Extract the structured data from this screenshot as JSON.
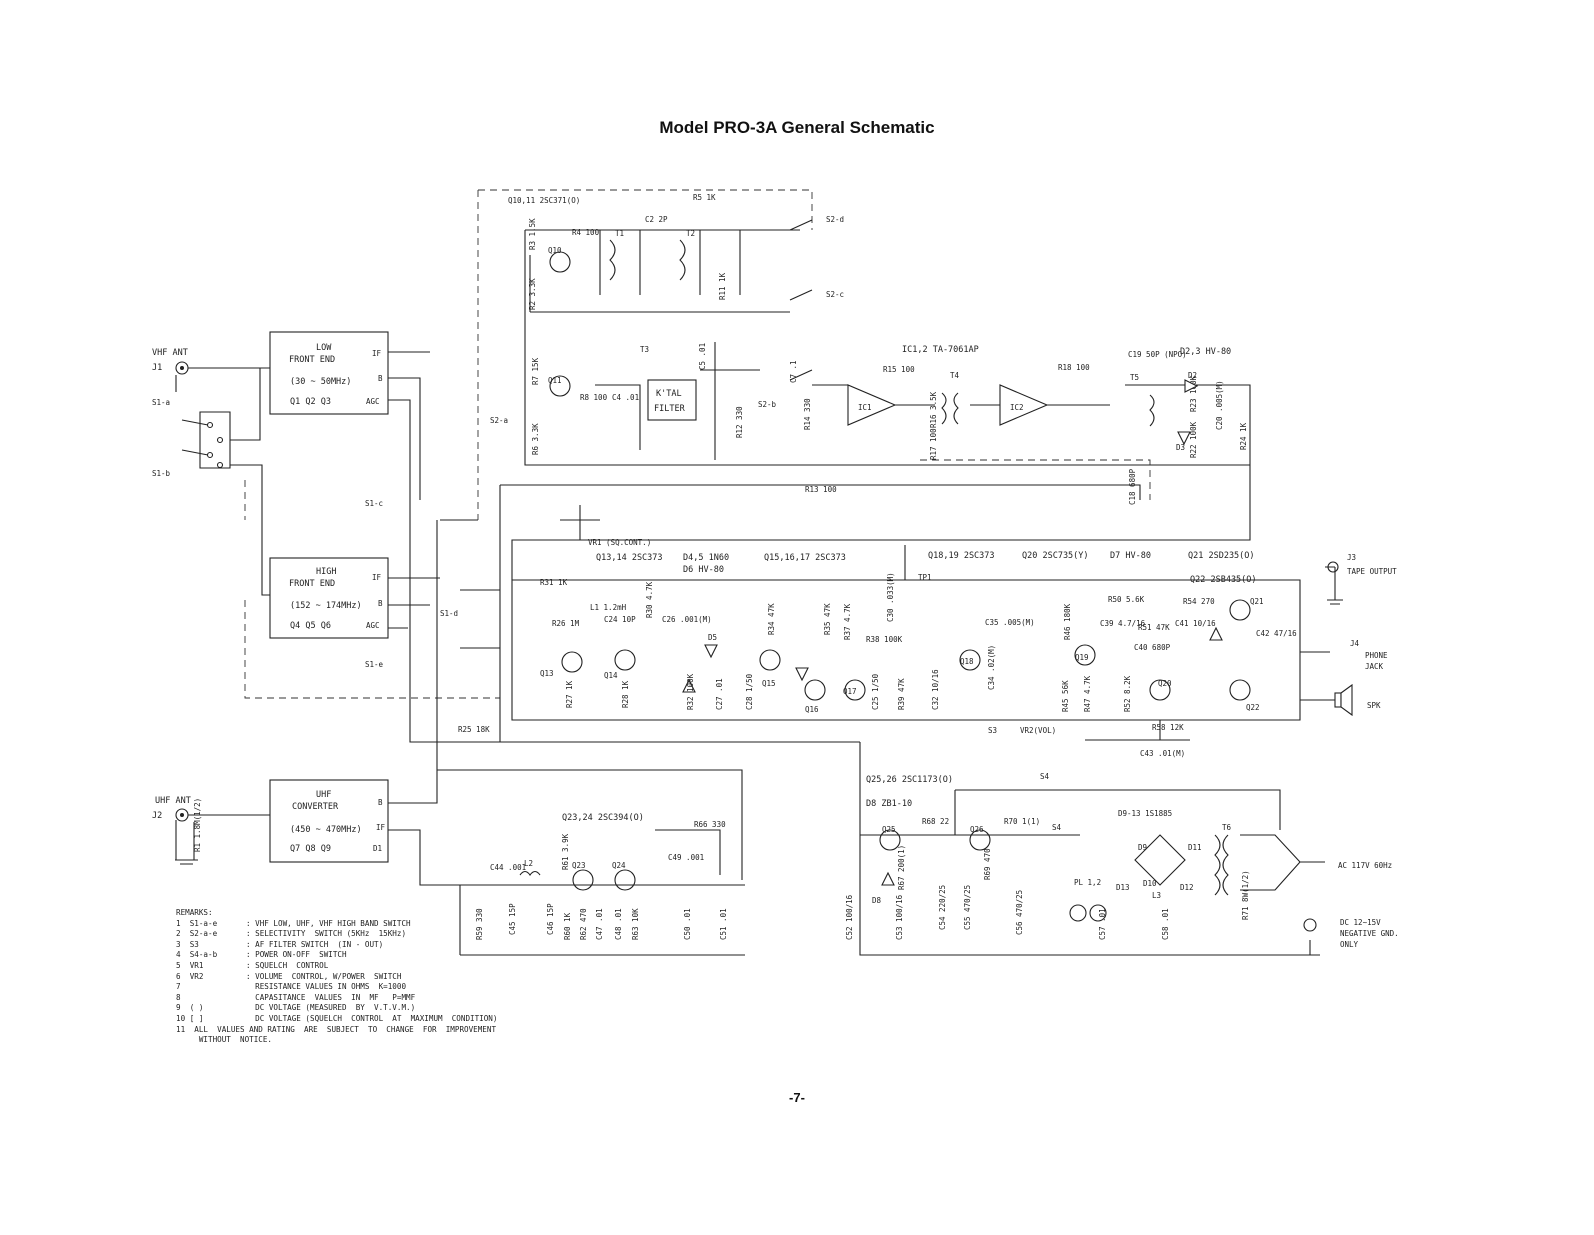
{
  "title": "Model PRO-3A General Schematic",
  "page_number": "-7-",
  "blocks": {
    "low_front_end": {
      "lines": [
        "LOW",
        "FRONT  END",
        "(30 ~ 50MHz)",
        "Q1   Q2   Q3"
      ],
      "pins": [
        "IF",
        "B",
        "AGC"
      ]
    },
    "high_front_end": {
      "lines": [
        "HIGH",
        "FRONT  END",
        "(152 ~ 174MHz)",
        "Q4   Q5   Q6"
      ],
      "pins": [
        "IF",
        "B",
        "AGC"
      ]
    },
    "uhf_converter": {
      "lines": [
        "UHF",
        "CONVERTER",
        "(450 ~ 470MHz)",
        "Q7   Q8   Q9"
      ],
      "pins": [
        "B",
        "IF",
        "D1"
      ]
    },
    "xtal_filter": {
      "lines": [
        "K'TAL",
        "FILTER"
      ]
    }
  },
  "labels": {
    "vhf_ant": "VHF ANT",
    "j1": "J1",
    "uhf_ant": "UHF ANT",
    "j2": "J2",
    "r1": "R1 1.8M(1/2)",
    "s1a": "S1-a",
    "s1b": "S1-b",
    "s1c": "S1-c",
    "s1d": "S1-d",
    "s1e": "S1-e",
    "s2a": "S2-a",
    "s2b": "S2-b",
    "s2c": "S2-c",
    "s2d": "S2-d",
    "q10_11": "Q10,11 2SC371(O)",
    "r5": "R5 1K",
    "t1": "T1",
    "t2": "T2",
    "t3": "T3",
    "t4": "T4",
    "t5": "T5",
    "t6": "T6",
    "c2": "C2 2P",
    "r4": "R4 100",
    "r3": "R3 1.5K",
    "r2": "R2 3.3K",
    "q10": "Q10",
    "q11": "Q11",
    "r11": "R11 1K",
    "r7": "R7 15K",
    "r6": "R6 3.3K",
    "r8": "R8 100",
    "c4": "C4 .01",
    "c5": "C5 .01",
    "c7": "C7 .1",
    "r12": "R12 330",
    "r13": "R13 100",
    "r14": "R14 330",
    "ic12": "IC1,2  TA-7061AP",
    "ic1": "IC1",
    "ic2": "IC2",
    "r15": "R15 100",
    "r18": "R18 100",
    "r16": "R16 3.5K",
    "r17": "R17 100",
    "c19": "C19 50P (NPO)",
    "d23": "D2,3  HV-80",
    "d2": "D2",
    "d3": "D3",
    "r22": "R22 100K",
    "r23": "R23 100K",
    "r24": "R24 1K",
    "c20": "C20 .005(M)",
    "c18": "C18 680P",
    "vr1": "VR1 (SQ.CONT.)",
    "q13_14": "Q13,14  2SC373",
    "d45": "D4,5   1N60",
    "d6": "D6    HV-80",
    "q15_17": "Q15,16,17  2SC373",
    "q18_19": "Q18,19  2SC373",
    "q20": "Q20  2SC735(Y)",
    "d7": "D7  HV-80",
    "q21": "Q21  2SD235(O)",
    "q22": "Q22  2SB435(O)",
    "tp1": "TP1",
    "r31": "R31 1K",
    "l1": "L1 1.2mH",
    "c24": "C24 10P",
    "c26": "C26 .001(M)",
    "r26": "R26 1M",
    "r27": "R27 1K",
    "r28": "R28 1K",
    "r30": "R30 4.7K",
    "d5": "D5",
    "r32": "R32 100K",
    "c27": "C27 .01",
    "c28": "C28 1/50",
    "r34": "R34 47K",
    "r35": "R35 47K",
    "r37": "R37 4.7K",
    "r38": "R38 100K",
    "c25": "C25 1/50",
    "c30": "C30 .033(M)",
    "r39": "R39 47K",
    "c32": "C32 10/16",
    "c34": "C34 .02(M)",
    "c35": "C35 .005(M)",
    "q13": "Q13",
    "q14": "Q14",
    "q15": "Q15",
    "q16": "Q16",
    "q17": "Q17",
    "q18": "Q18",
    "q19": "Q19",
    "q20b": "Q20",
    "q21b": "Q21",
    "q22b": "Q22",
    "j3": "J3",
    "tape_output": "TAPE  OUTPUT",
    "j4": "J4",
    "phone_jack": "PHONE\nJACK",
    "spk": "SPK",
    "r46": "R46 180K",
    "r50": "R50 5.6K",
    "r54": "R54 270",
    "c39": "C39 4.7/16",
    "r51": "R51 47K",
    "c41": "C41 10/16",
    "c42": "C42 47/16",
    "c40": "C40 680P",
    "r45": "R45 56K",
    "r47": "R47 4.7K",
    "r52": "R52 8.2K",
    "r58": "R58 12K",
    "c43": "C43 .01(M)",
    "s3": "S3",
    "vr2": "VR2(VOL)",
    "r25": "R25 18K",
    "q25_26": "Q25,26  2SC1173(O)",
    "d8_label": "D8   ZB1-10",
    "d8": "D8",
    "q25": "Q25",
    "q26": "Q26",
    "r68": "R68 22",
    "r70": "R70 1(1)",
    "s4": "S4",
    "d9_13": "D9-13  1S1885",
    "d9": "D9",
    "d10": "D10",
    "d11": "D11",
    "d12": "D12",
    "d13": "D13",
    "l3": "L3",
    "pl12": "PL 1,2",
    "ac": "AC 117V 60Hz",
    "dc": "DC 12~15V\nNEGATIVE  GND.\nONLY",
    "c52": "C52 100/16",
    "c53": "C53 100/16",
    "c54": "C54 220/25",
    "c55": "C55 470/25",
    "c56": "C56 470/25",
    "c57": "C57 .01",
    "c58": "C58 .01",
    "r67": "R67 200(1)",
    "r69": "R69 470",
    "r71": "R71 8W(1/2)",
    "q23_24": "Q23,24  2SC394(O)",
    "q23": "Q23",
    "q24": "Q24",
    "r66": "R66 330",
    "c44": "C44 .001",
    "l2": "L2",
    "c49": "C49 .001",
    "r59": "R59 330",
    "c45": "C45 15P",
    "c46": "C46 15P",
    "r60": "R60 1K",
    "r61": "R61 3.9K",
    "r62": "R62 470",
    "c47": "C47 .01",
    "c48": "C48 .01",
    "r63": "R63 10K",
    "c50": "C50 .01",
    "c51": "C51 .01"
  },
  "remarks": {
    "heading": "REMARKS:",
    "items": [
      {
        "key": "1  S1-a-e",
        "text": ": VHF LOW, UHF, VHF HIGH BAND SWITCH"
      },
      {
        "key": "2  S2-a-e",
        "text": ": SELECTIVITY  SWITCH (5KHz  15KHz)"
      },
      {
        "key": "3  S3",
        "text": ": AF FILTER SWITCH  (IN - OUT)"
      },
      {
        "key": "4  S4-a-b",
        "text": ": POWER ON-OFF  SWITCH"
      },
      {
        "key": "5  VR1",
        "text": ": SQUELCH  CONTROL"
      },
      {
        "key": "6  VR2",
        "text": ": VOLUME  CONTROL, W/POWER  SWITCH"
      },
      {
        "key": "7",
        "text": "  RESISTANCE VALUES IN OHMS  K=1000"
      },
      {
        "key": "8",
        "text": "  CAPASITANCE  VALUES  IN  MF   P=MMF"
      },
      {
        "key": "9  ( )",
        "text": "  DC VOLTAGE (MEASURED  BY  V.T.V.M.)"
      },
      {
        "key": "10 [ ]",
        "text": "  DC VOLTAGE (SQUELCH  CONTROL  AT  MAXIMUM  CONDITION)"
      },
      {
        "key": "11  ALL  VALUES AND RATING  ARE  SUBJECT  TO  CHANGE  FOR  IMPROVEMENT",
        "text": ""
      },
      {
        "key": "     WITHOUT  NOTICE.",
        "text": ""
      }
    ]
  },
  "icons": [
    "antenna-jack-icon",
    "transistor-icon",
    "resistor-icon",
    "capacitor-icon",
    "diode-icon",
    "transformer-icon",
    "speaker-icon",
    "switch-icon",
    "ground-icon",
    "amplifier-icon"
  ]
}
